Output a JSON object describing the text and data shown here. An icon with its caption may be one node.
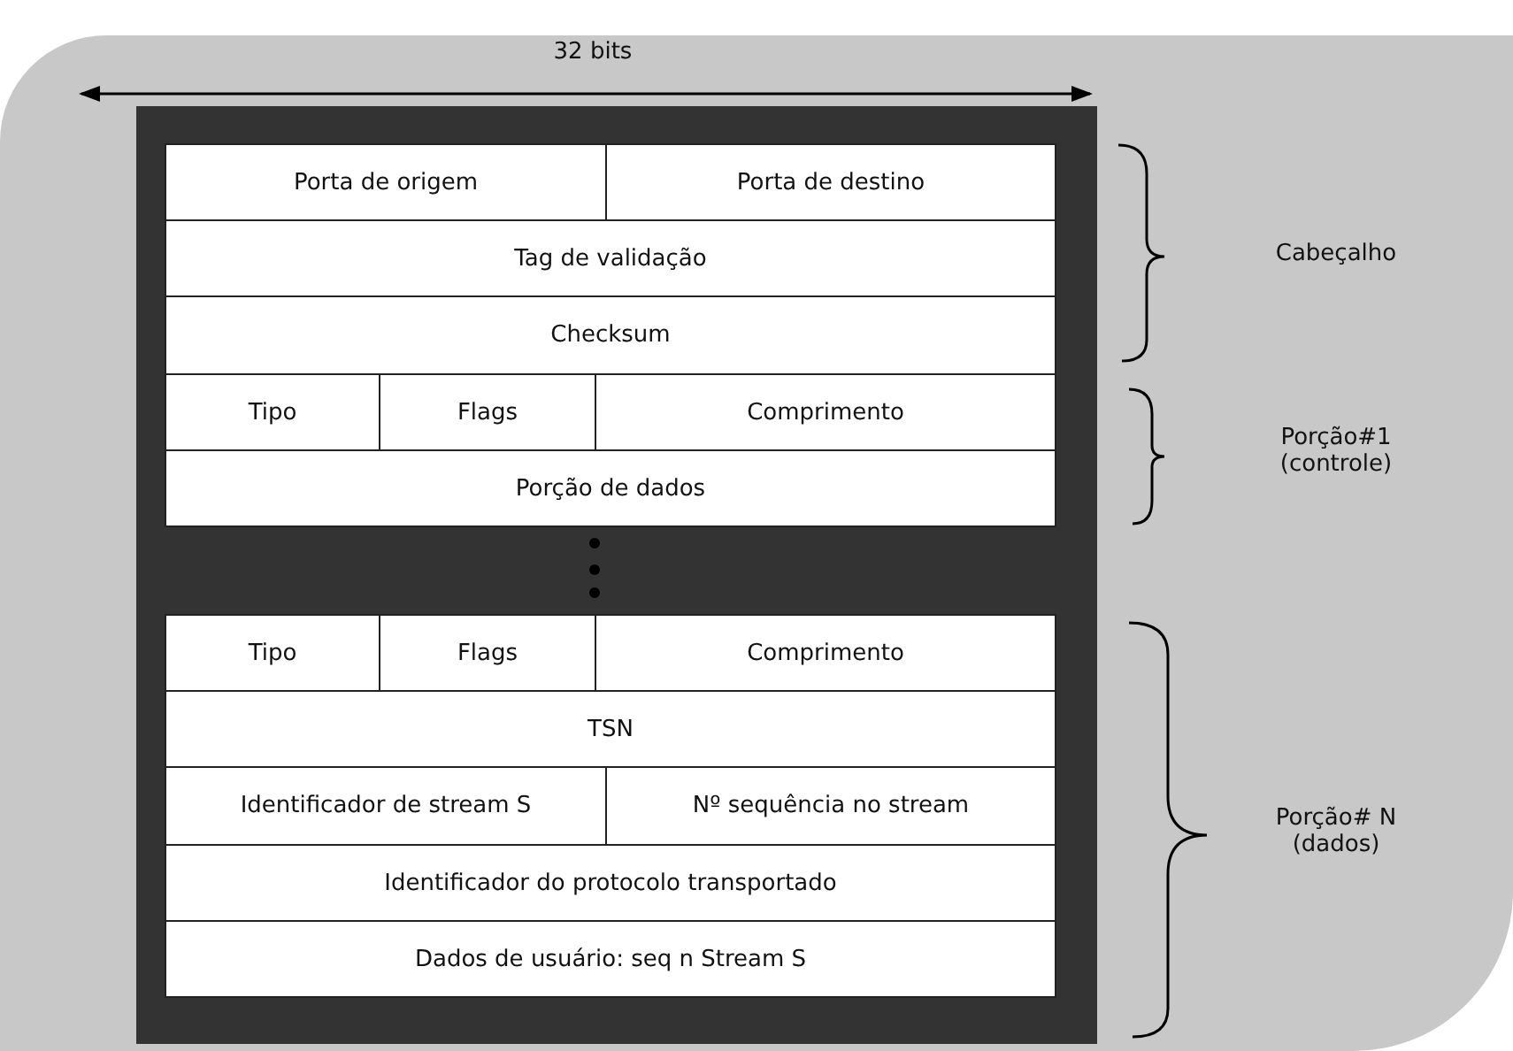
{
  "diagram": {
    "labels": [
      "32 bits",
      "Porta de origem",
      "Porta de destino",
      "Tag de validação",
      "Checksum",
      "Tipo",
      "Flags",
      "Comprimento",
      "Porção de dados",
      "Tipo",
      "Flags",
      "Comprimento",
      "TSN",
      "Identificador de stream S",
      "Nº sequência no stream",
      "Identificador do protocolo transportado",
      "Dados de usuário: seq n Stream S",
      "Cabeçalho",
      "Porção#1 (controle)",
      "Porção# N (dados)"
    ]
  }
}
